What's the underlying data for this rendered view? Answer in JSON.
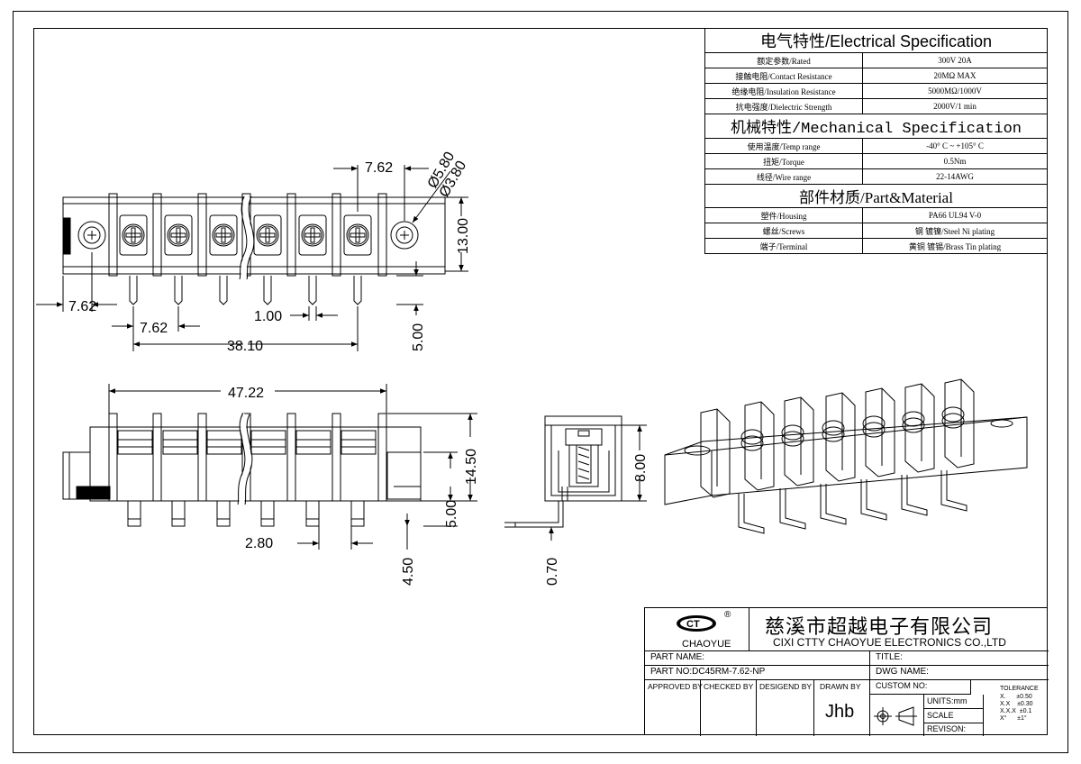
{
  "spec_table": {
    "electrical_title": "电气特性/Electrical Specification",
    "electrical_rows": [
      {
        "label": "额定参数/Rated",
        "value": "300V  20A"
      },
      {
        "label": "接触电阻/Contact Resistance",
        "value": "20MΩ MAX"
      },
      {
        "label": "绝缘电阻/Insulation Resistance",
        "value": "5000MΩ/1000V"
      },
      {
        "label": "抗电强度/Dielectric Strength",
        "value": "2000V/1 min"
      }
    ],
    "mechanical_title": "机械特性/Mechanical Specification",
    "mechanical_rows": [
      {
        "label": "使用温度/Temp range",
        "value": "-40° C ~ +105° C"
      },
      {
        "label": "扭矩/Torque",
        "value": "0.5Nm"
      },
      {
        "label": "线径/Wire range",
        "value": "22-14AWG"
      }
    ],
    "material_title": "部件材质/Part&Material",
    "material_rows": [
      {
        "label": "塑件/Housing",
        "value": "PA66 UL94 V-0"
      },
      {
        "label": "螺丝/Screws",
        "value": "钢 镀镍/Steel Ni plating"
      },
      {
        "label": "端子/Terminal",
        "value": "黄铜 镀锡/Brass Tin  plating"
      }
    ]
  },
  "dimensions": {
    "pitch_top": "7.62",
    "hole_outer": "Ø5.80",
    "hole_inner": "Ø3.80",
    "height_13": "13.00",
    "left_offset": "7.62",
    "pitch_bottom": "7.62",
    "pin_width": "1.00",
    "total_pins": "38.10",
    "pin_length_top": "5.00",
    "overall_length": "47.22",
    "height_1450": "14.50",
    "pin_length_front": "5.00",
    "pin_spacing": "2.80",
    "pin_protrusion": "4.50",
    "side_height": "8.00",
    "side_thickness": "0.70"
  },
  "title_block": {
    "logo_text": "CHAOYUE",
    "registered": "®",
    "company_cn": "慈溪市超越电子有限公司",
    "company_en": "CIXI CTTY CHAOYUE ELECTRONICS CO.,LTD",
    "part_name_label": "PART NAME:",
    "title_label": "TITLE:",
    "part_no_label": "PART NO:DC45RM-7.62-NP",
    "dwg_name_label": "DWG NAME:",
    "approved_by": "APPROVED BY",
    "checked_by": "CHECKED BY",
    "designed_by": "DESIGEND BY",
    "drawn_by": "DRAWN BY",
    "drawn_by_value": "Jhb",
    "custom_no": "CUSTOM NO:",
    "units": "UNITS:mm",
    "scale": "SCALE",
    "revision": "REVISON:",
    "tolerance_title": "TOLERANCE",
    "tolerance_rows": [
      {
        "k": "X.",
        "v": "±0.50"
      },
      {
        "k": "X.X",
        "v": "±0.30"
      },
      {
        "k": "X.X.X",
        "v": "±0.1"
      },
      {
        "k": "X°",
        "v": "±1°"
      }
    ]
  }
}
